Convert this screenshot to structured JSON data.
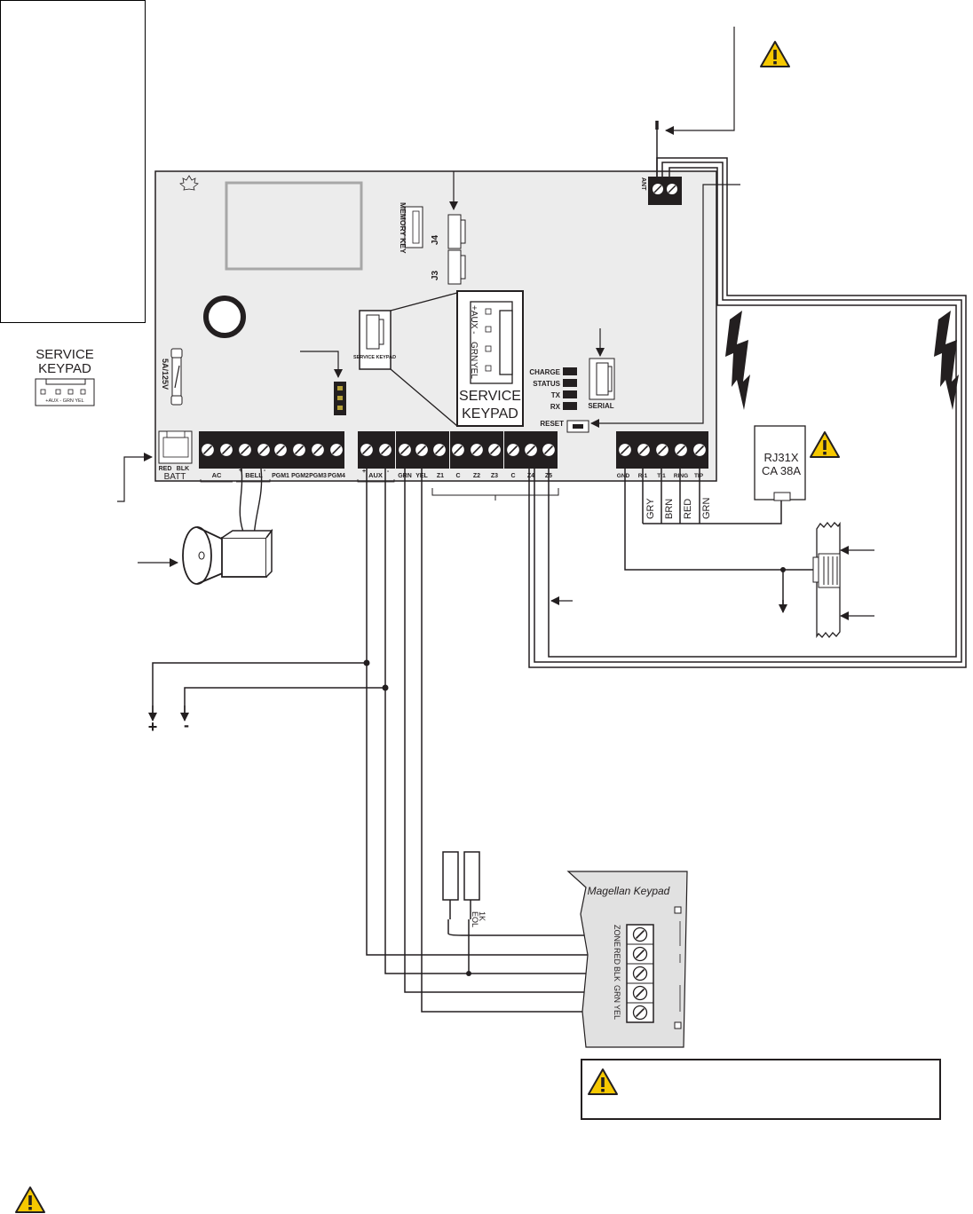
{
  "board": {
    "memory_key": "MEMORY KEY",
    "j4": "J4",
    "j3": "J3",
    "ant": "ANT",
    "fuse": "5A/125V",
    "batt_red": "RED",
    "batt_blk": "BLK",
    "batt": "BATT",
    "service_keypad_small": "SERVICE KEYPAD",
    "service_keypad_large_line1": "SERVICE",
    "service_keypad_large_line2": "KEYPAD",
    "service_keypad_pins": [
      "+AUX -",
      "GRN",
      "YEL"
    ],
    "leds": [
      "CHARGE",
      "STATUS",
      "TX",
      "RX"
    ],
    "reset": "RESET",
    "serial": "SERIAL",
    "terminal_labels": [
      "AC",
      "BELL",
      "PGM1",
      "PGM2",
      "PGM3",
      "PGM4",
      "AUX",
      "GRN",
      "YEL",
      "Z1",
      "C",
      "Z2",
      "Z3",
      "C",
      "Z4",
      "Z5",
      "GND",
      "R-1",
      "T-1",
      "RING",
      "TIP"
    ],
    "bell_plus": "+",
    "bell_minus": "-",
    "aux_plus": "+",
    "aux_minus": "-"
  },
  "service_keypad_legend": {
    "line1": "SERVICE",
    "line2": "KEYPAD",
    "pins": "+AUX -   GRN  YEL"
  },
  "telephone": {
    "jack_line1": "RJ31X",
    "jack_line2": "CA 38A",
    "wire_colors": [
      "GRY",
      "BRN",
      "RED",
      "GRN"
    ]
  },
  "power": {
    "plus": "+",
    "minus": "-"
  },
  "keypad": {
    "title": "Magellan  Keypad",
    "terminals": [
      "ZONE",
      "RED",
      "BLK",
      "GRN",
      "YEL"
    ],
    "eol_line1": "1K",
    "eol_line2": "EOL"
  },
  "colors": {
    "warning_fill": "#f6c800",
    "board_fill": "#ececec",
    "line": "#231f20"
  }
}
